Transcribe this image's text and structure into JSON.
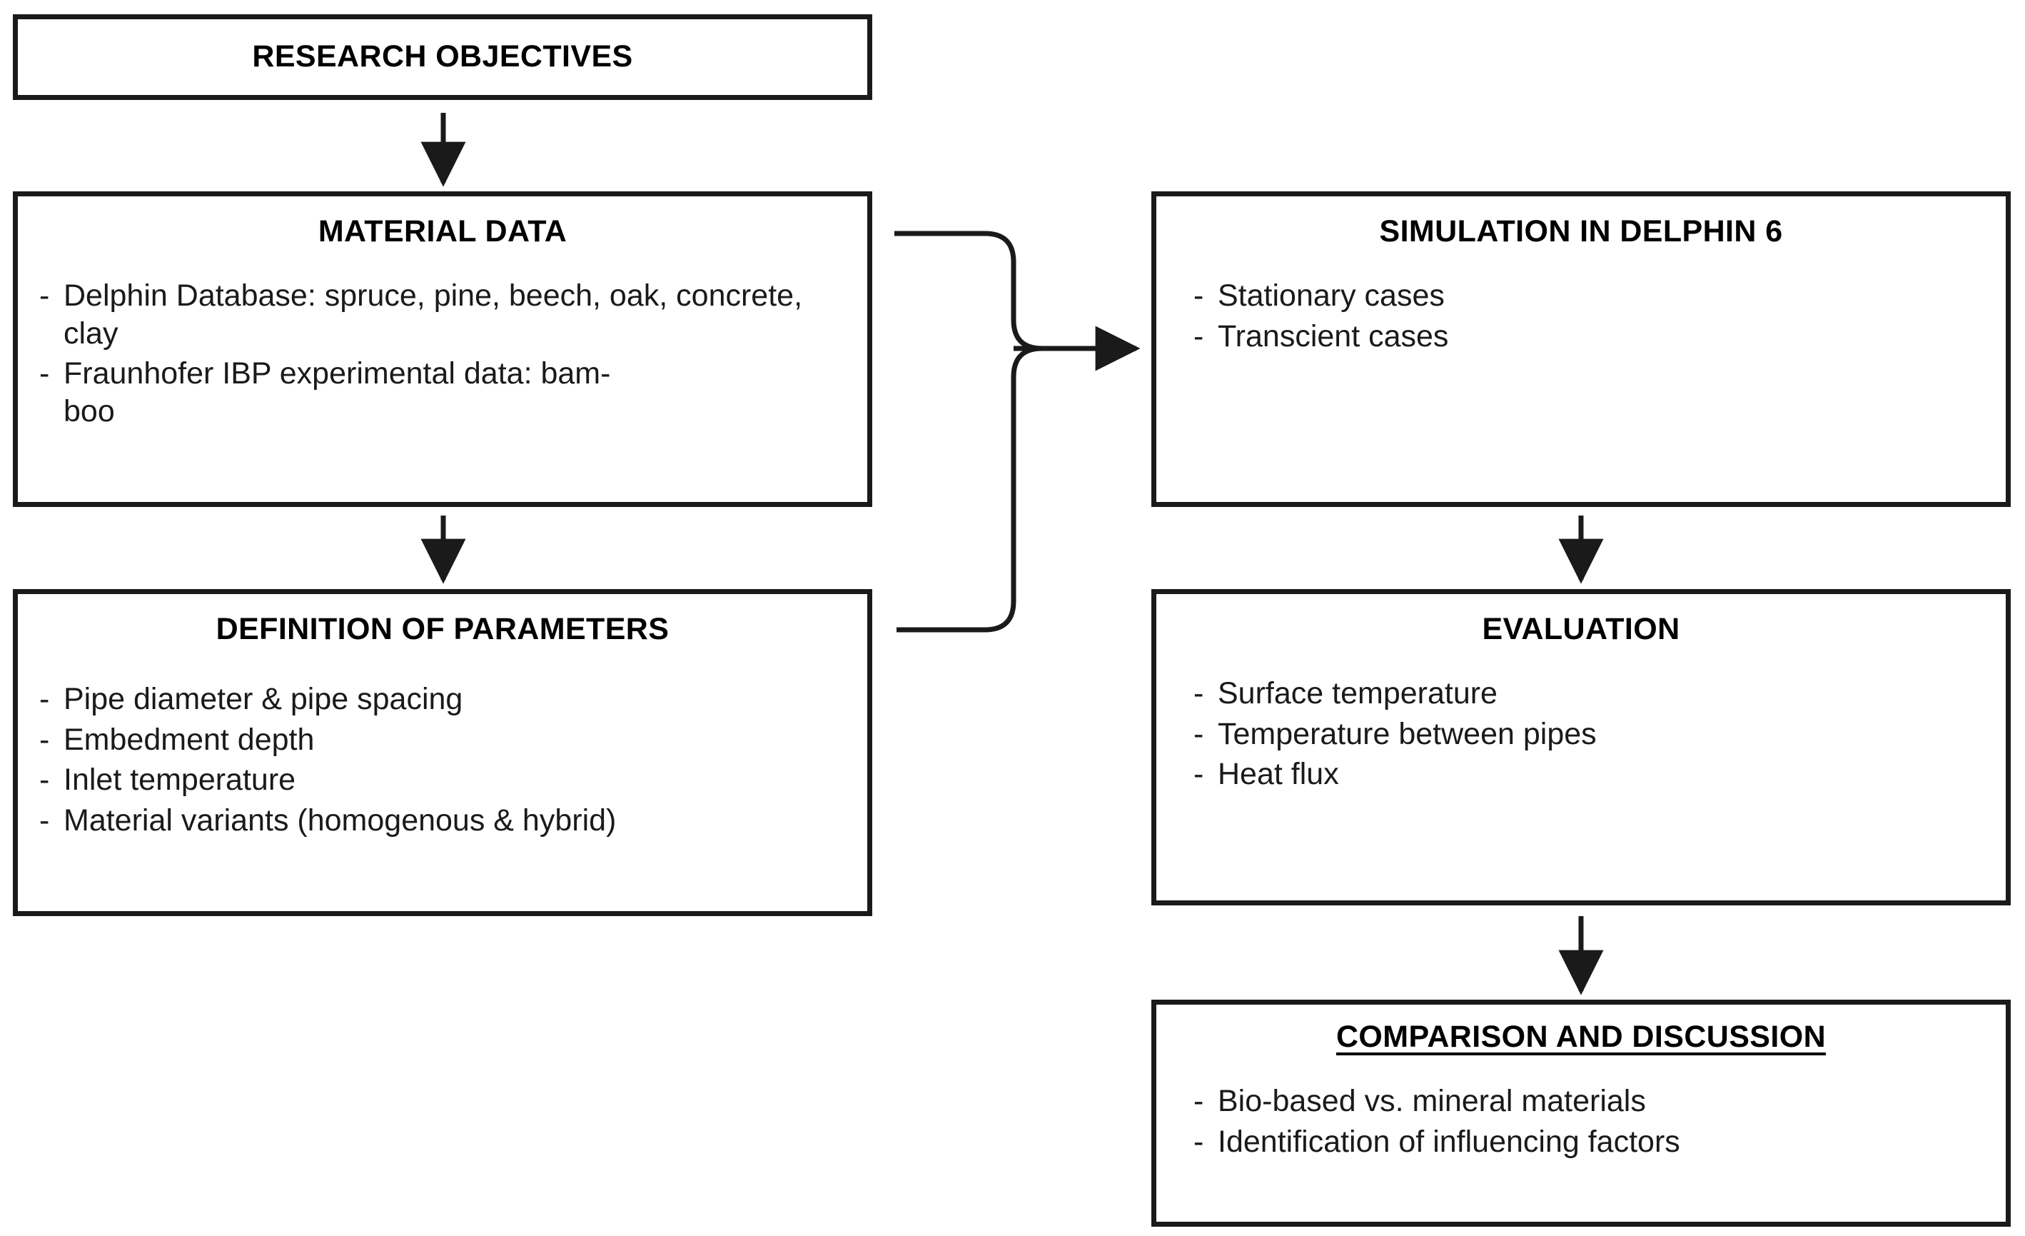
{
  "diagram": {
    "title": "Research methodology flowchart",
    "colors": {
      "border": "#1a1a1a",
      "text": "#000000",
      "background": "#ffffff",
      "connector": "#1a1a1a"
    },
    "boxes": {
      "research_objectives": {
        "title": "RESEARCH OBJECTIVES",
        "items": []
      },
      "material_data": {
        "title": "MATERIAL DATA",
        "items": [
          "Delphin Database: spruce, pine, beech, oak, concrete, clay",
          "Fraunhofer IBP experimental data: bam-\nboo"
        ]
      },
      "definition_of_parameters": {
        "title": "DEFINITION OF PARAMETERS",
        "items": [
          "Pipe diameter & pipe spacing",
          "Embedment depth",
          "Inlet temperature",
          "Material variants (homogenous & hybrid)"
        ]
      },
      "simulation": {
        "title": "SIMULATION IN DELPHIN 6",
        "items": [
          "Stationary cases",
          "Transcient cases"
        ]
      },
      "evaluation": {
        "title": "EVALUATION",
        "items": [
          "Surface temperature",
          "Temperature between pipes",
          "Heat flux"
        ]
      },
      "comparison": {
        "title": "COMPARISON AND DISCUSSION",
        "items": [
          "Bio-based vs. mineral materials",
          "Identification of influencing factors"
        ]
      }
    },
    "bullet_marker": "-",
    "connectors": [
      {
        "name": "objectives-to-material",
        "from": "research_objectives",
        "to": "material_data",
        "style": "straight-arrow-down"
      },
      {
        "name": "material-to-parameters",
        "from": "material_data",
        "to": "definition_of_parameters",
        "style": "straight-arrow-down"
      },
      {
        "name": "left-column-to-simulation",
        "from": "material_data + definition_of_parameters",
        "to": "simulation",
        "style": "merge-arrow-right"
      },
      {
        "name": "simulation-to-evaluation",
        "from": "simulation",
        "to": "evaluation",
        "style": "straight-arrow-down"
      },
      {
        "name": "evaluation-to-comparison",
        "from": "evaluation",
        "to": "comparison",
        "style": "straight-arrow-down"
      }
    ]
  }
}
